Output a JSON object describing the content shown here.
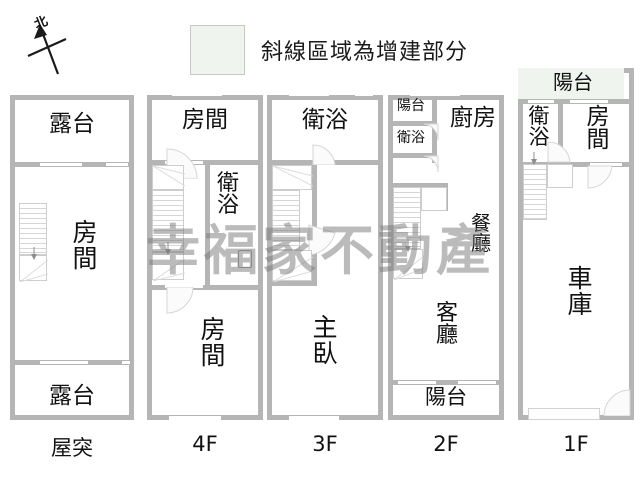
{
  "compass": {
    "label": "北",
    "icon": "north-arrow-icon"
  },
  "legend": {
    "swatch_color": "#eff4ef",
    "text": "斜線區域為增建部分"
  },
  "watermark": {
    "text": "幸福家不動產"
  },
  "floors": [
    {
      "id": "roof",
      "caption": "屋突",
      "rooms": [
        {
          "name": "terrace-top",
          "label": "露台"
        },
        {
          "name": "room-main",
          "label": "房\n間"
        },
        {
          "name": "terrace-bottom",
          "label": "露台"
        }
      ]
    },
    {
      "id": "4f",
      "caption": "4F",
      "rooms": [
        {
          "name": "room-top",
          "label": "房間"
        },
        {
          "name": "bathroom",
          "label": "衛\n浴"
        },
        {
          "name": "room-bottom",
          "label": "房\n間"
        }
      ]
    },
    {
      "id": "3f",
      "caption": "3F",
      "rooms": [
        {
          "name": "bathroom",
          "label": "衛浴"
        },
        {
          "name": "master-bedroom",
          "label": "主\n臥"
        }
      ]
    },
    {
      "id": "2f",
      "caption": "2F",
      "rooms": [
        {
          "name": "balcony-top",
          "label": "陽台"
        },
        {
          "name": "bathroom",
          "label": "衛浴"
        },
        {
          "name": "kitchen",
          "label": "廚房"
        },
        {
          "name": "dining-room",
          "label": "餐\n廳"
        },
        {
          "name": "living-room",
          "label": "客\n廳"
        },
        {
          "name": "balcony-bottom",
          "label": "陽台"
        }
      ]
    },
    {
      "id": "1f",
      "caption": "1F",
      "rooms": [
        {
          "name": "balcony-top",
          "label": "陽台"
        },
        {
          "name": "bathroom",
          "label": "衛\n浴"
        },
        {
          "name": "room",
          "label": "房\n間"
        },
        {
          "name": "garage",
          "label": "車\n庫"
        }
      ]
    }
  ],
  "colors": {
    "wall": "#b5b5b5",
    "extension_fill": "#eff4ef",
    "text": "#111111"
  }
}
